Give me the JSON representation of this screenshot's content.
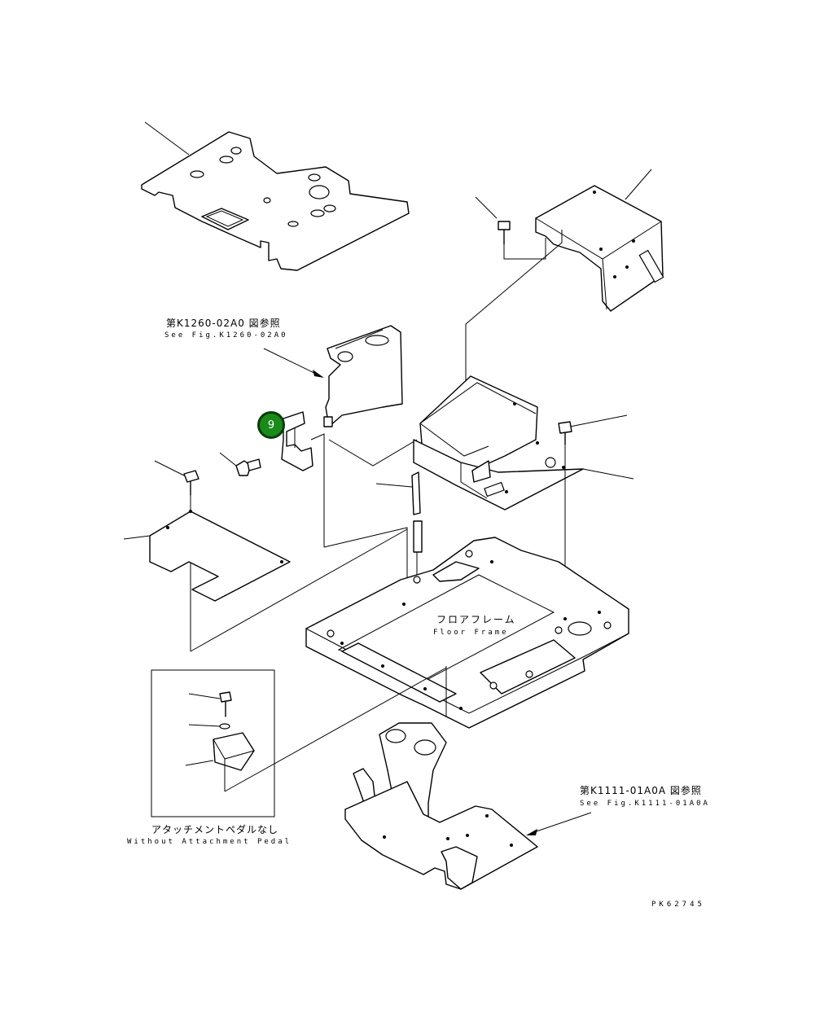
{
  "labels": {
    "ref_top_jp": "第K1260-02A0 図参照",
    "ref_top_en": "See Fig.K1260-02A0",
    "floor_frame_jp": "フロアフレーム",
    "floor_frame_en": "Floor Frame",
    "ref_bottom_jp": "第K1111-01A0A 図参照",
    "ref_bottom_en": "See Fig.K1111-01A0A",
    "no_pedal_jp": "アタッチメントペダルなし",
    "no_pedal_en": "Without Attachment Pedal",
    "drawing_no": "PK62745"
  },
  "callout": {
    "number": "9",
    "color": "#1a8a1a"
  }
}
